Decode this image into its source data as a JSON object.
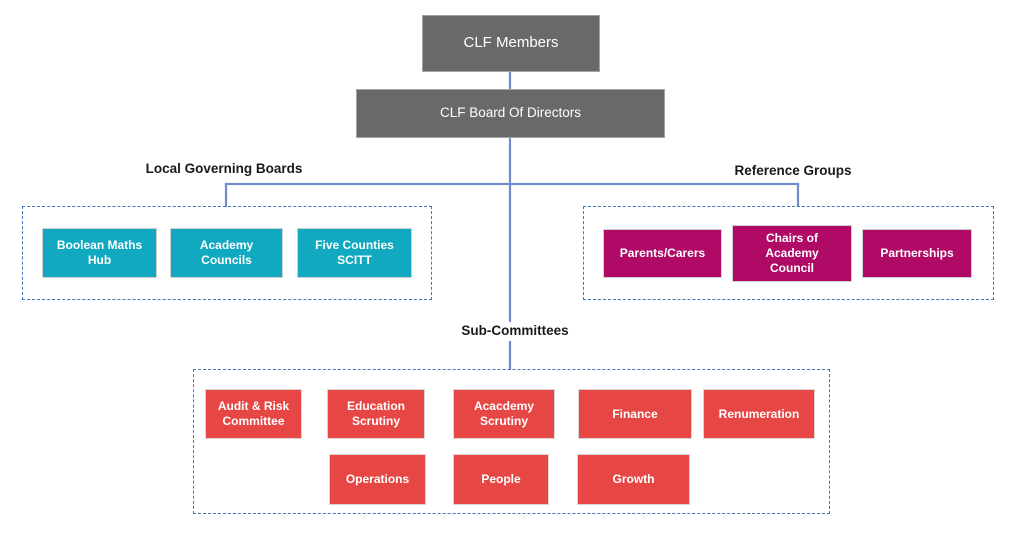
{
  "org": {
    "root": {
      "label": "CLF Members"
    },
    "board": {
      "label": "CLF Board Of Directors"
    },
    "local_governing_boards": {
      "title": "Local Governing Boards",
      "items": [
        {
          "label": "Boolean Maths Hub"
        },
        {
          "label": "Academy Councils"
        },
        {
          "label": "Five Counties SCITT"
        }
      ]
    },
    "reference_groups": {
      "title": "Reference Groups",
      "items": [
        {
          "label": "Parents/Carers"
        },
        {
          "label": "Chairs of Academy Council"
        },
        {
          "label": "Partnerships"
        }
      ]
    },
    "sub_committees": {
      "title": "Sub-Committees",
      "row1": [
        {
          "label": "Audit & Risk Committee"
        },
        {
          "label": "Education Scrutiny"
        },
        {
          "label": "Acacdemy Scrutiny"
        },
        {
          "label": "Finance"
        },
        {
          "label": "Renumeration"
        }
      ],
      "row2": [
        {
          "label": "Operations"
        },
        {
          "label": "People"
        },
        {
          "label": "Growth"
        }
      ]
    },
    "colors": {
      "node_gray": "#696969",
      "node_teal": "#10a9bf",
      "node_magenta": "#ae0a66",
      "node_red": "#e64744",
      "connector_blue": "#6d8cca",
      "dashed_border_blue": "#4472c4"
    }
  }
}
